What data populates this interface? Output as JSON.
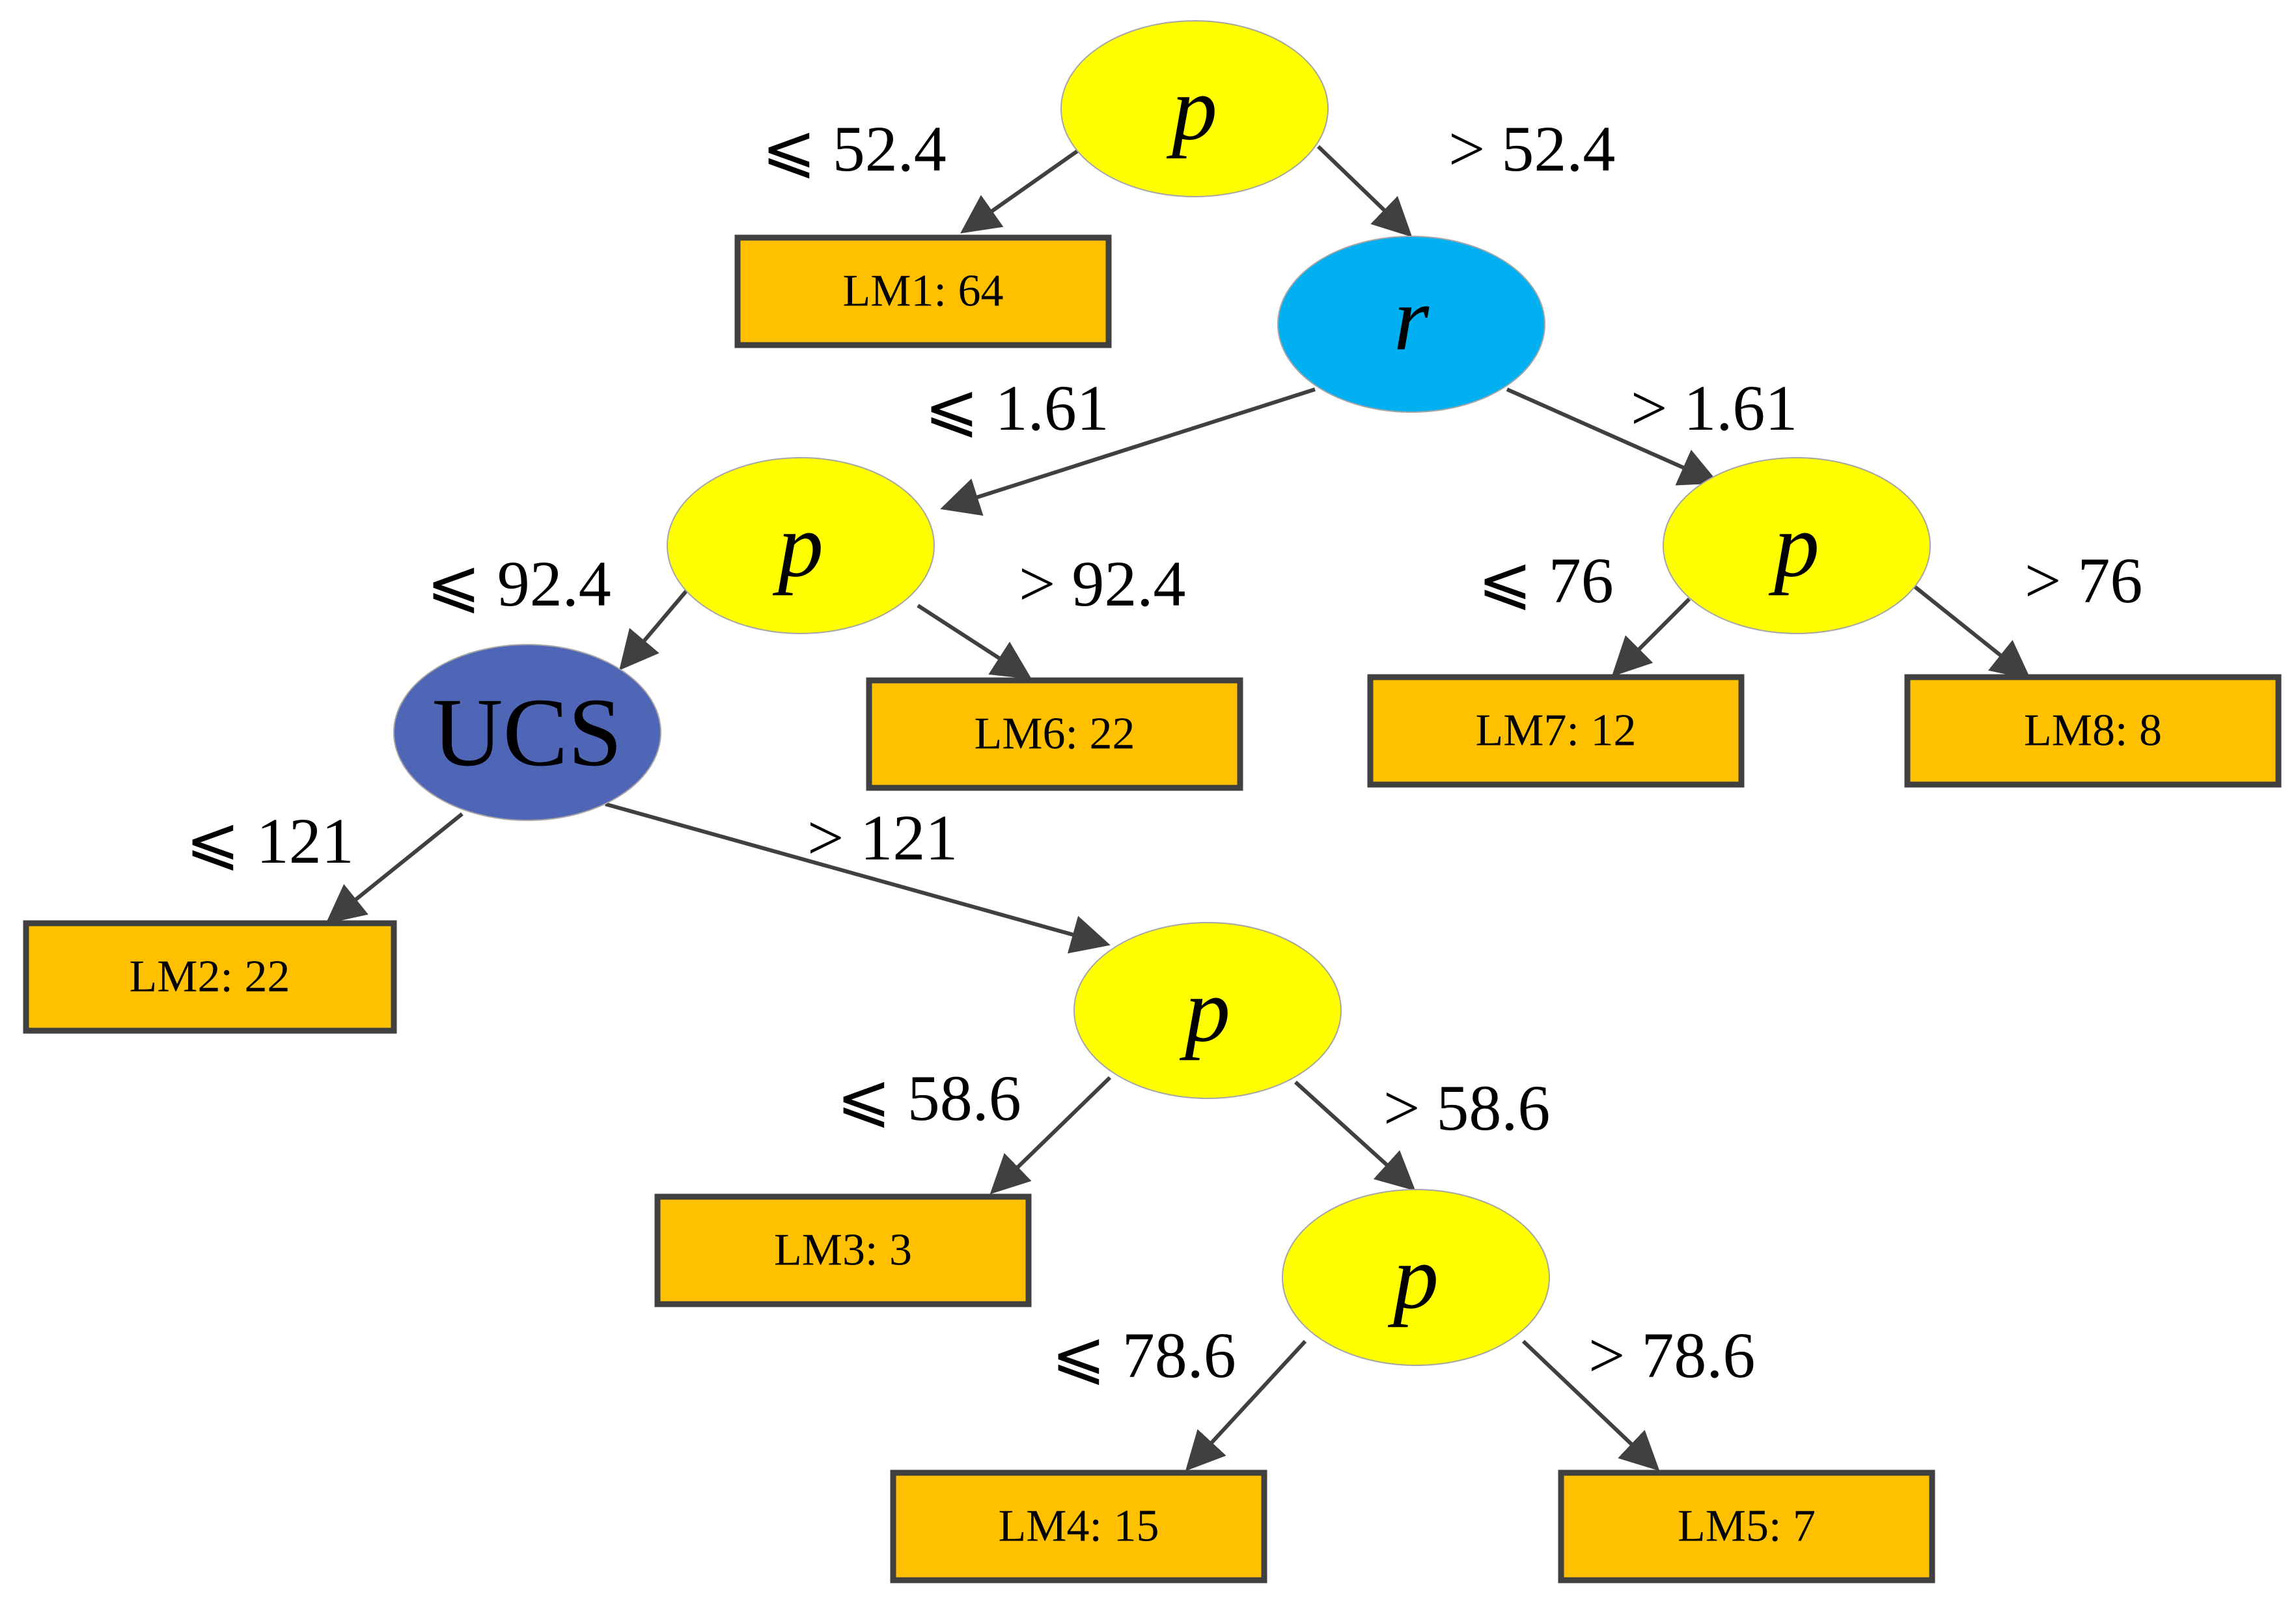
{
  "colors": {
    "split_p": "#ffff00",
    "split_r": "#00b0f0",
    "split_ucs": "#4f65b5",
    "leaf_fill": "#ffc000",
    "edge": "#404040"
  },
  "nodes": {
    "root": "p",
    "r": "r",
    "p_left": "p",
    "p_right": "p",
    "ucs": "UCS",
    "p_mid": "p",
    "p_low": "p"
  },
  "leaves": {
    "lm1": "LM1: 64",
    "lm2": "LM2: 22",
    "lm3": "LM3: 3",
    "lm4": "LM4: 15",
    "lm5": "LM5: 7",
    "lm6": "LM6: 22",
    "lm7": "LM7: 12",
    "lm8": "LM8: 8"
  },
  "edges": {
    "root_le": "⩽ 52.4",
    "root_gt": "> 52.4",
    "r_le": "⩽ 1.61",
    "r_gt": "> 1.61",
    "pleft_le": "⩽ 92.4",
    "pleft_gt": "> 92.4",
    "pright_le": "⩽ 76",
    "pright_gt": "> 76",
    "ucs_le": "⩽ 121",
    "ucs_gt": "> 121",
    "pmid_le": "⩽ 58.6",
    "pmid_gt": "> 58.6",
    "plow_le": "⩽ 78.6",
    "plow_gt": "> 78.6"
  }
}
